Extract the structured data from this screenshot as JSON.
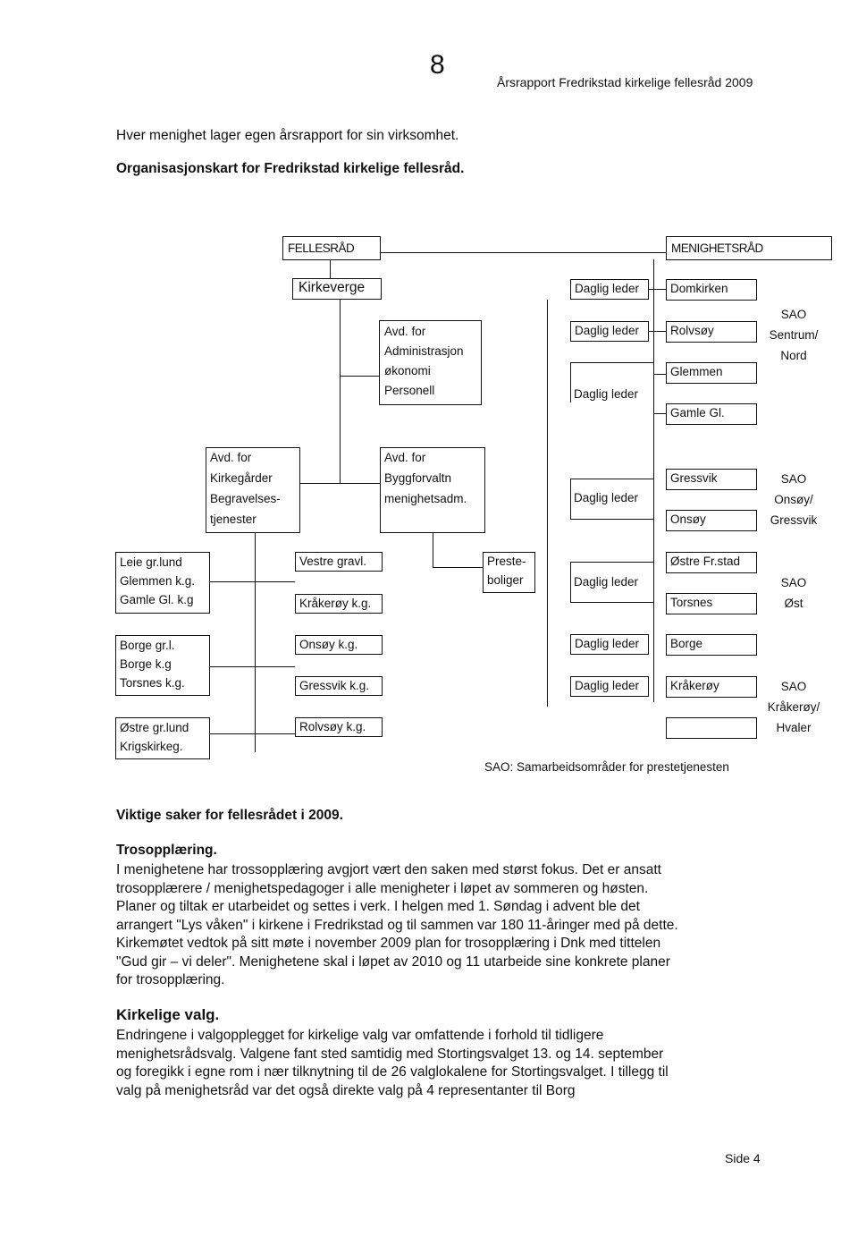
{
  "header": {
    "page_number": "8",
    "report_title": "Årsrapport Fredrikstad kirkelige fellesråd 2009"
  },
  "intro": {
    "line1": "Hver menighet lager egen årsrapport for sin virksomhet.",
    "heading": "Organisasjonskart for Fredrikstad kirkelige fellesråd."
  },
  "org_chart": {
    "fellesrad": "FELLESRÅD",
    "menighetsrad": "MENIGHETSRÅD",
    "kirkeverge": "Kirkeverge",
    "avd_admin": [
      "Avd. for",
      "Administrasjon",
      "økonomi",
      "Personell"
    ],
    "avd_kirkegarder": [
      "Avd. for",
      "Kirkegårder",
      "Begravelses-",
      "tjenester"
    ],
    "avd_bygg": [
      "Avd. for",
      "Byggforvaltn",
      "menighetsadm."
    ],
    "gravlund_1": [
      "Leie gr.lund",
      "Glemmen k.g.",
      "Gamle Gl. k.g"
    ],
    "gravlund_2": [
      "Borge gr.l.",
      "Borge k.g",
      "Torsnes k.g."
    ],
    "gravlund_3": [
      "Østre gr.lund",
      "Krigskirkeg."
    ],
    "vestre_gravl": "Vestre gravl.",
    "kraakeroy_kg": "Kråkerøy k.g.",
    "onsoy_kg": "Onsøy k.g.",
    "gressvik_kg": "Gressvik k.g.",
    "rolvsoy_kg": "Rolvsøy k.g.",
    "prestebolig": [
      "Preste-",
      "boliger"
    ],
    "daglig_leder": "Daglig leder",
    "domkirken": "Domkirken",
    "rolvsoy": "Rolvsøy",
    "glemmen": "Glemmen",
    "gamle_gl": "Gamle Gl.",
    "gressvik": "Gressvik",
    "onsoy": "Onsøy",
    "ostre_frstad": "Østre Fr.stad",
    "torsnes": "Torsnes",
    "borge": "Borge",
    "kraakeroy": "Kråkerøy",
    "sao_1": [
      "SAO",
      "Sentrum/",
      "Nord"
    ],
    "sao_2": [
      "SAO",
      "Onsøy/",
      "Gressvik"
    ],
    "sao_3": [
      "SAO",
      "Øst"
    ],
    "sao_4": [
      "SAO",
      "Kråkerøy/",
      "Hvaler"
    ],
    "legend": "SAO: Samarbeidsområder for prestetjenesten"
  },
  "section_title": "Viktige saker for fellesrådet i 2009.",
  "trosopplaering": {
    "title": "Trosopplæring.",
    "lines": [
      "I menighetene har trossopplæring avgjort vært den saken med størst fokus. Det er ansatt",
      "trosopplærere / menighetspedagoger i alle menigheter i løpet av sommeren og høsten.",
      "Planer og tiltak er utarbeidet og settes i verk. I helgen med 1. Søndag i advent ble det",
      "arrangert \"Lys våken\" i kirkene i Fredrikstad og til sammen var 180 11-åringer med på dette.",
      "Kirkemøtet vedtok på sitt møte i november 2009 plan for trosopplæring i Dnk med tittelen",
      "\"Gud gir – vi deler\". Menighetene skal i løpet av 2010 og 11 utarbeide sine konkrete planer",
      "for trosopplæring."
    ]
  },
  "kirkelige_valg": {
    "title": "Kirkelige valg.",
    "lines": [
      "Endringene i valgopplegget for kirkelige valg var omfattende i forhold til tidligere",
      "menighetsrådsvalg. Valgene fant sted samtidig med Stortingsvalget 13. og 14. september",
      "og foregikk i egne rom i nær tilknytning til de 26 valglokalene for Stortingsvalget. I tillegg til",
      "valg på menighetsråd var det også direkte valg på 4 representanter til Borg"
    ]
  },
  "footer": {
    "page_label": "Side 4"
  }
}
